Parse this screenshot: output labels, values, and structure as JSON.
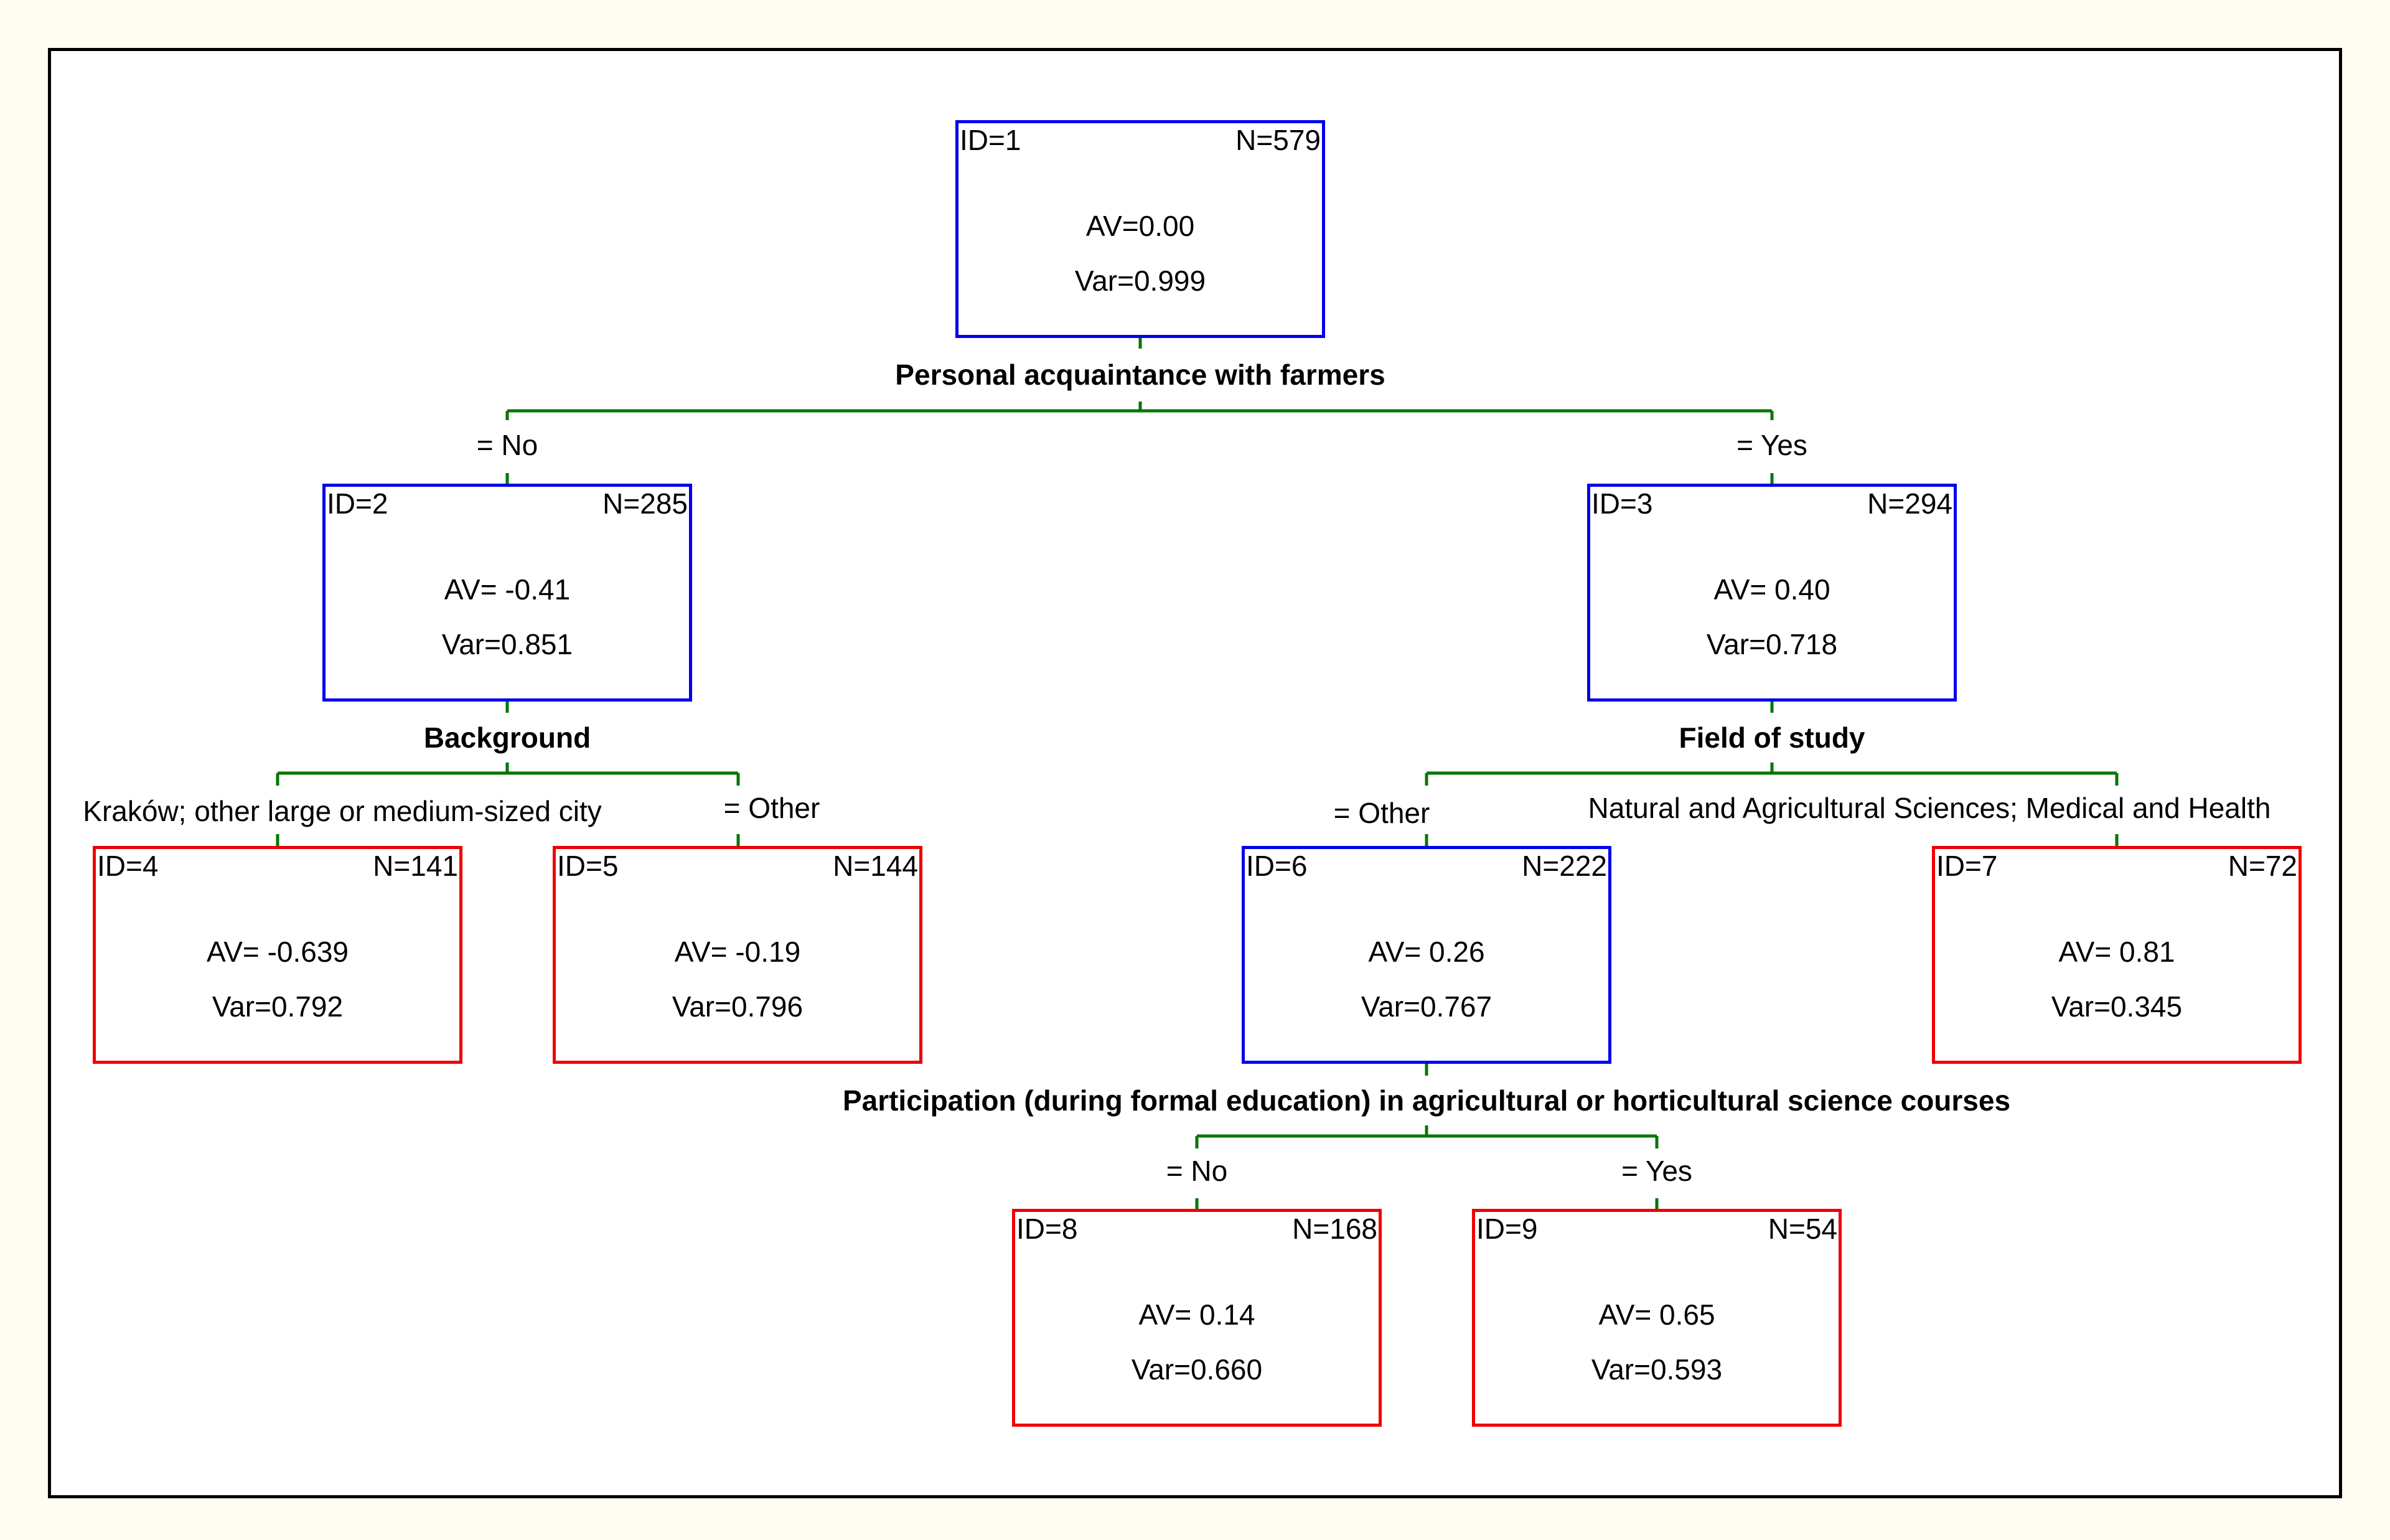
{
  "colors": {
    "internal_border": "#0000ee",
    "leaf_border": "#ee0000",
    "edge": "#007700",
    "frame": "#000000",
    "background": "#fffcf1"
  },
  "nodes": [
    {
      "id": "ID=1",
      "n": "N=579",
      "av": "AV=0.00",
      "var": "Var=0.999",
      "leaf": false
    },
    {
      "id": "ID=2",
      "n": "N=285",
      "av": "AV= -0.41",
      "var": "Var=0.851",
      "leaf": false
    },
    {
      "id": "ID=3",
      "n": "N=294",
      "av": "AV= 0.40",
      "var": "Var=0.718",
      "leaf": false
    },
    {
      "id": "ID=4",
      "n": "N=141",
      "av": "AV= -0.639",
      "var": "Var=0.792",
      "leaf": true
    },
    {
      "id": "ID=5",
      "n": "N=144",
      "av": "AV= -0.19",
      "var": "Var=0.796",
      "leaf": true
    },
    {
      "id": "ID=6",
      "n": "N=222",
      "av": "AV= 0.26",
      "var": "Var=0.767",
      "leaf": false
    },
    {
      "id": "ID=7",
      "n": "N=72",
      "av": "AV= 0.81",
      "var": "Var=0.345",
      "leaf": true
    },
    {
      "id": "ID=8",
      "n": "N=168",
      "av": "AV= 0.14",
      "var": "Var=0.660",
      "leaf": true
    },
    {
      "id": "ID=9",
      "n": "N=54",
      "av": "AV= 0.65",
      "var": "Var=0.593",
      "leaf": true
    }
  ],
  "splits": {
    "root": "Personal acquaintance with farmers",
    "node2": "Background",
    "node3": "Field of study",
    "node6": "Participation (during formal education) in agricultural or horticultural science courses"
  },
  "branches": {
    "to2": "= No",
    "to3": "= Yes",
    "to4": "Kraków; other large or medium-sized city",
    "to5": "= Other",
    "to6": "= Other",
    "to7": "Natural and Agricultural Sciences; Medical and Health",
    "to8": "= No",
    "to9": "= Yes"
  }
}
